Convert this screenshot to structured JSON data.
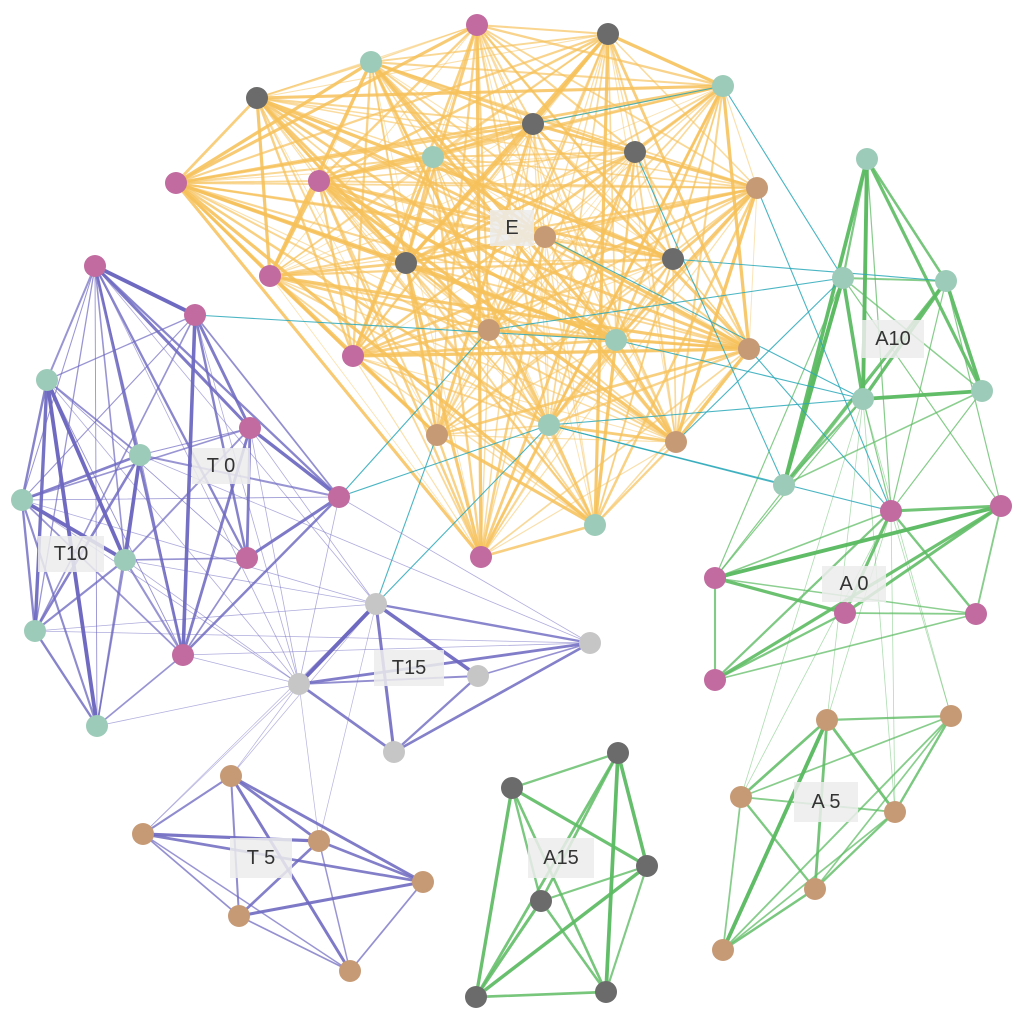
{
  "colors": {
    "edge_E": "#f6c15a",
    "edge_T": "#6d68c0",
    "edge_A": "#5dbb63",
    "edge_cross": "#2aa8b8",
    "node_pink": "#c16ba0",
    "node_teal": "#9dcbb9",
    "node_gray": "#6b6b6b",
    "node_tan": "#c79a76",
    "node_silver": "#c6c6c6"
  },
  "clusters": [
    {
      "id": "E",
      "label": "E"
    },
    {
      "id": "T0",
      "label": "T 0"
    },
    {
      "id": "T10",
      "label": "T10"
    },
    {
      "id": "T15",
      "label": "T15"
    },
    {
      "id": "T5",
      "label": "T 5"
    },
    {
      "id": "A10",
      "label": "A10"
    },
    {
      "id": "A0",
      "label": "A 0"
    },
    {
      "id": "A5",
      "label": "A 5"
    },
    {
      "id": "A15",
      "label": "A15"
    }
  ]
}
